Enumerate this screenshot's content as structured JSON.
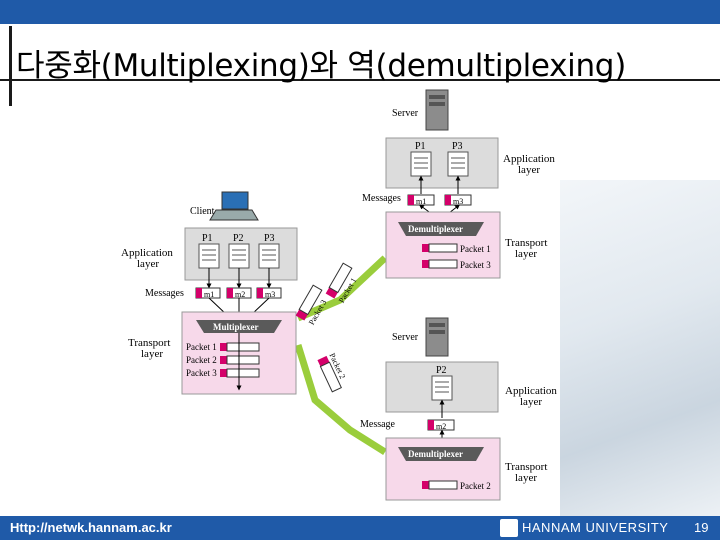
{
  "slide": {
    "title": "다중화(Multiplexing)와 역(demultiplexing)",
    "footer_url": "Http://netwk.hannam.ac.kr",
    "footer_org": "HANNAM UNIVERSITY",
    "page_number": "19"
  },
  "diagram": {
    "server_label": "Server",
    "client_label": "Client",
    "application_layer": "Application layer",
    "transport_layer": "Transport layer",
    "messages_label": "Messages",
    "message_label": "Message",
    "multiplexer": "Multiplexer",
    "demultiplexer": "Demultiplexer",
    "processes": [
      "P1",
      "P2",
      "P3"
    ],
    "server_processes_top": [
      "P1",
      "P3"
    ],
    "server_process_bottom": "P2",
    "messages": [
      "m1",
      "m2",
      "m3"
    ],
    "server_messages_top": [
      "m1",
      "m3"
    ],
    "server_message_bottom": "m2",
    "packets": [
      "Packet 1",
      "Packet 2",
      "Packet 3"
    ],
    "server_packets_top": [
      "Packet 1",
      "Packet 3"
    ],
    "server_packet_bottom": "Packet 2",
    "colors": {
      "green": "#9acd3c",
      "pink_area": "#f7d9ea",
      "gray_box": "#dcdcdc",
      "red": "#d4006a",
      "header_bg": "#5a5a5a"
    }
  }
}
